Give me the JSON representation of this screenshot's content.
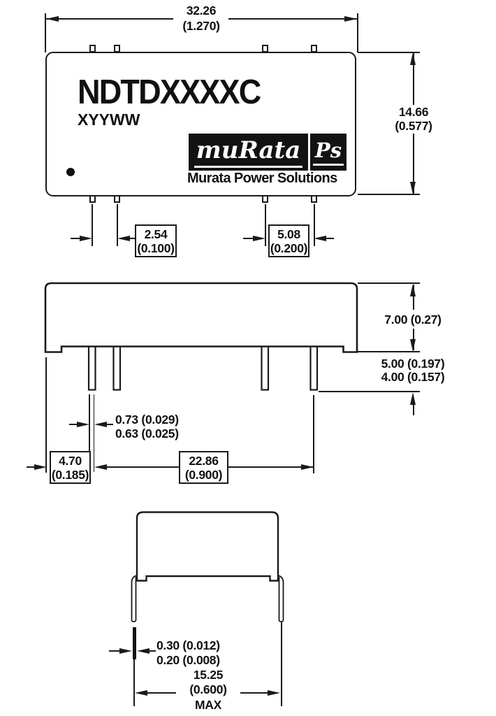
{
  "colors": {
    "ink": "#1a1a1a",
    "background": "#ffffff",
    "logo_bg": "#121212",
    "logo_text": "#ffffff"
  },
  "top": {
    "part_number": "NDTDXXXXC",
    "marking": "XYYWW",
    "logo_murata": "muRata",
    "logo_ps": "Ps",
    "logo_tagline": "Murata Power Solutions",
    "dim_width_mm": "32.26",
    "dim_width_in": "(1.270)",
    "dim_height_mm": "14.66",
    "dim_height_in": "(0.577)",
    "dim_pitch_left_mm": "2.54",
    "dim_pitch_left_in": "(0.100)",
    "dim_pitch_right_mm": "5.08",
    "dim_pitch_right_in": "(0.200)"
  },
  "side": {
    "dim_body_height": "7.00 (0.27)",
    "dim_pin_length_max": "5.00 (0.197)",
    "dim_pin_length_min": "4.00 (0.157)",
    "dim_pin_width_max": "0.73 (0.029)",
    "dim_pin_width_min": "0.63 (0.025)",
    "dim_edge_offset_mm": "4.70",
    "dim_edge_offset_in": "(0.185)",
    "dim_pin_span_mm": "22.86",
    "dim_pin_span_in": "(0.900)"
  },
  "end_view": {
    "dim_lead_thickness_max": "0.30 (0.012)",
    "dim_lead_thickness_min": "0.20 (0.008)",
    "dim_lead_span_mm": "15.25",
    "dim_lead_span_in": "(0.600)",
    "dim_lead_span_note": "MAX"
  }
}
